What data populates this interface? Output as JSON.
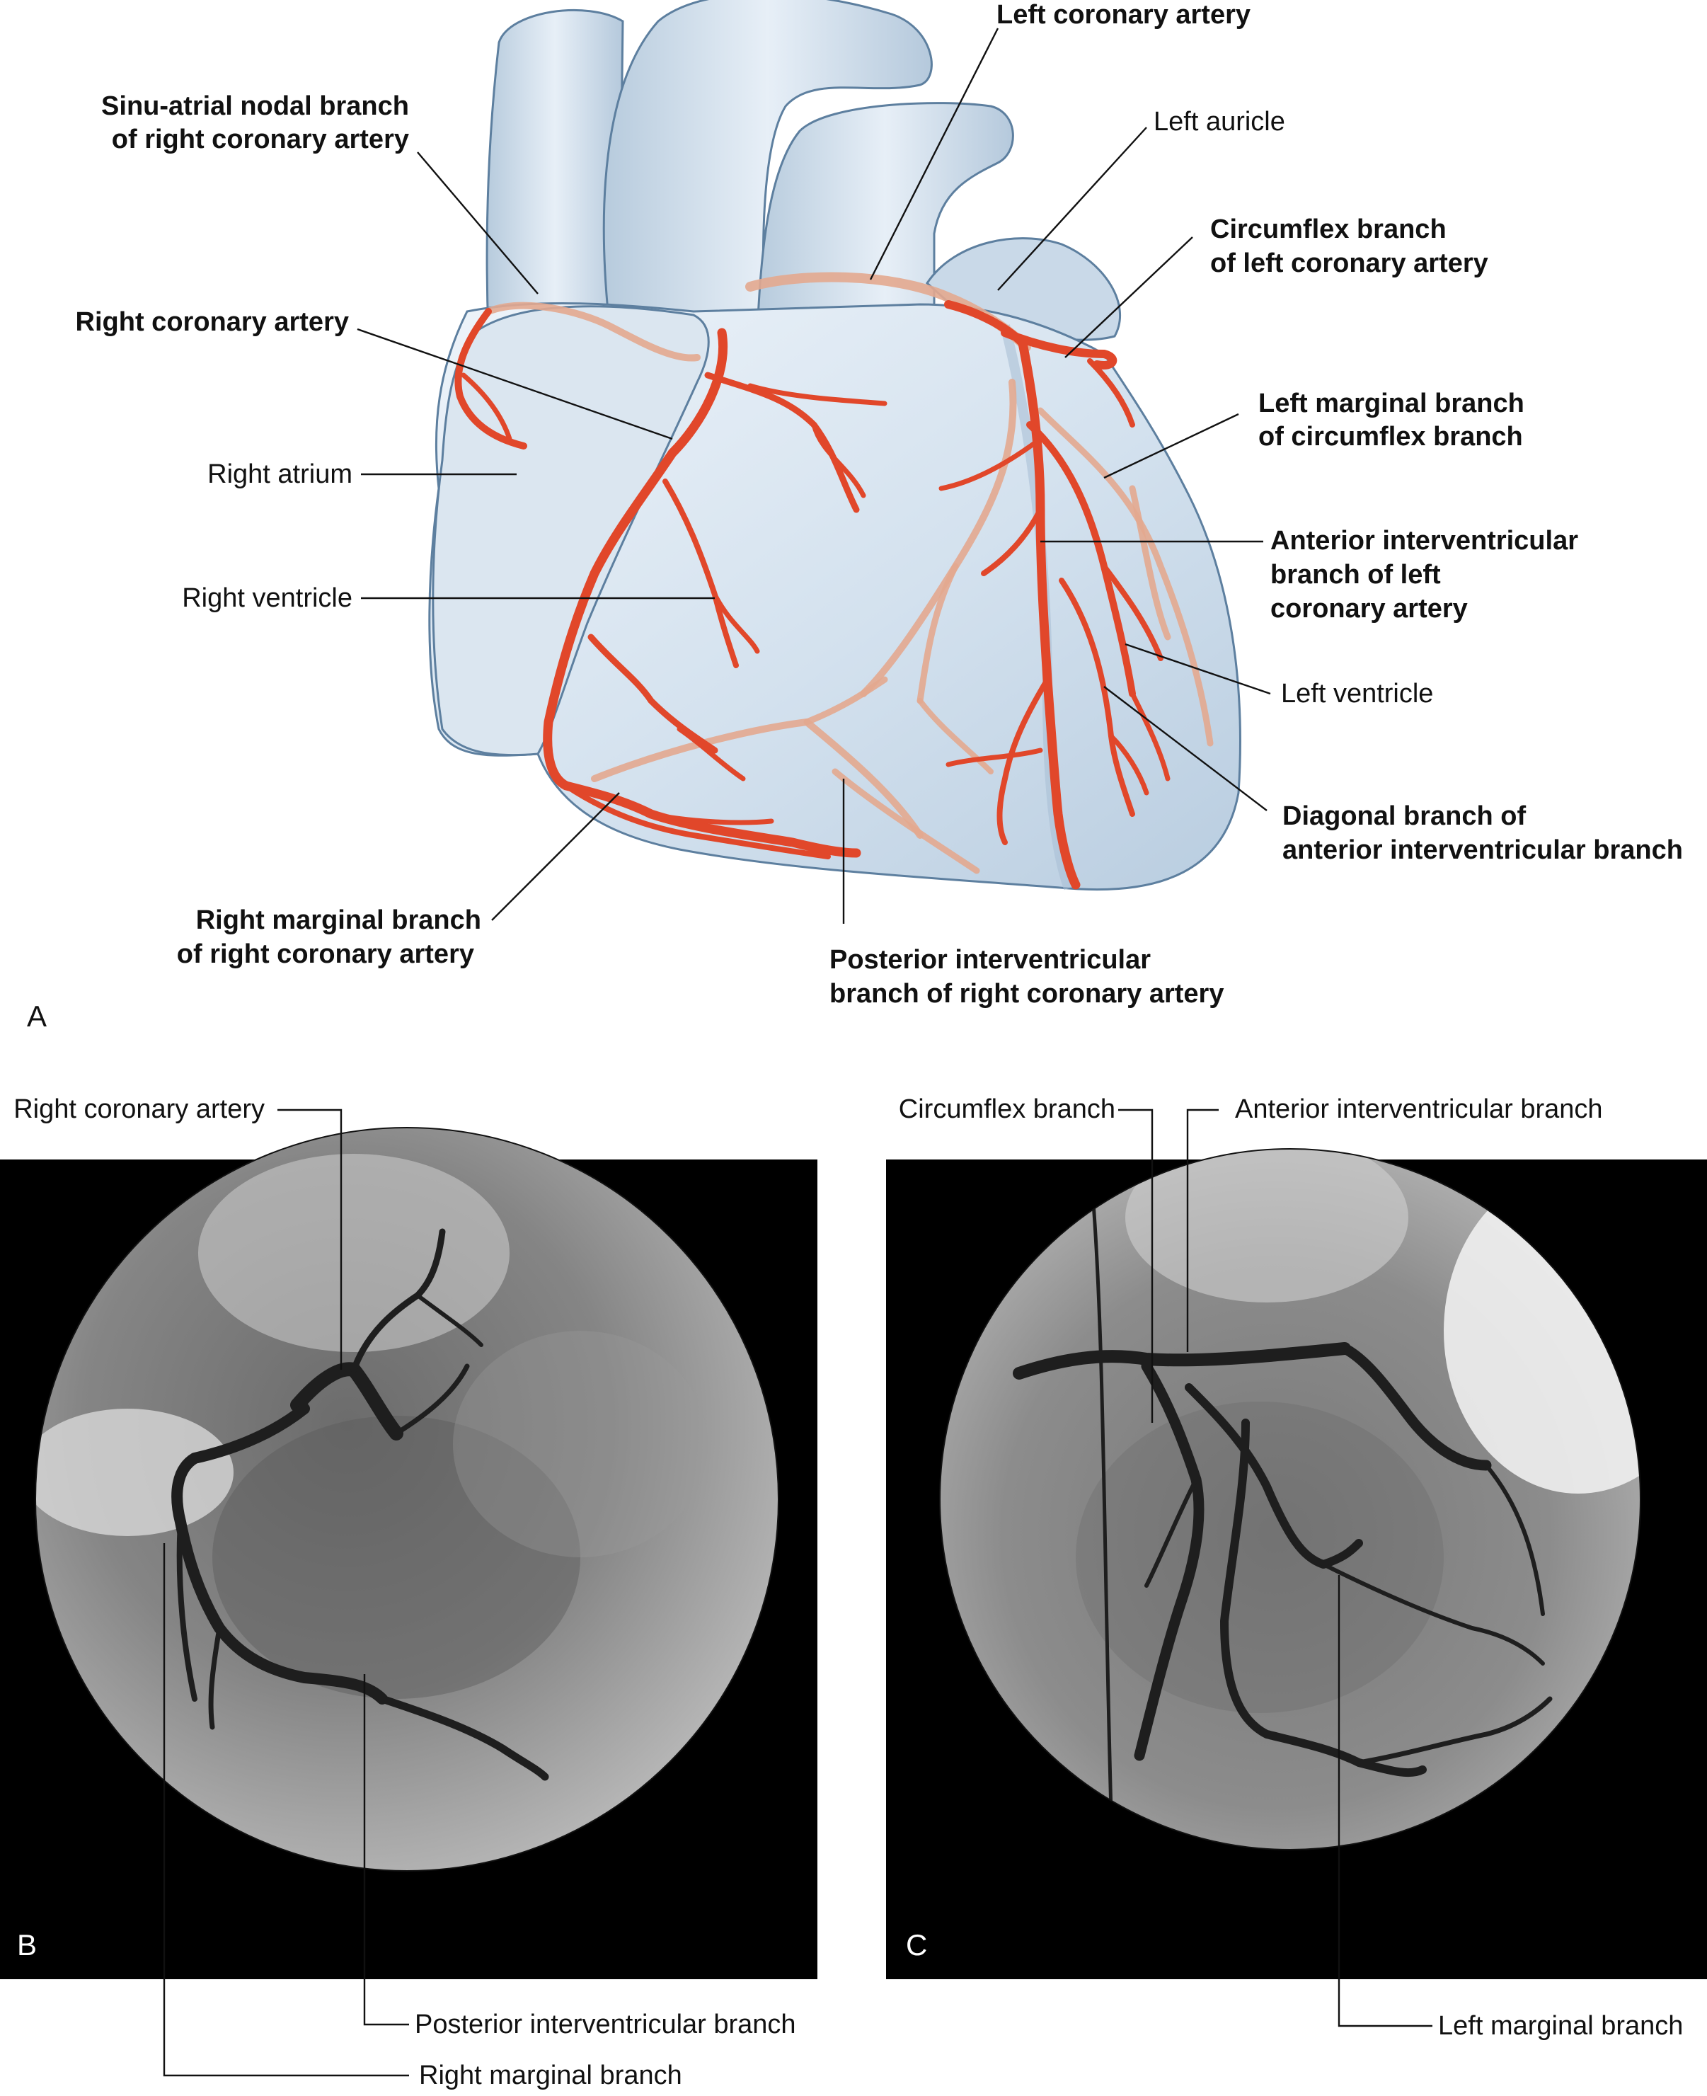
{
  "panels": {
    "a": {
      "letter": "A",
      "labels": {
        "left_coronary_artery": "Left coronary artery",
        "sinu_atrial_1": "Sinu-atrial nodal branch",
        "sinu_atrial_2": "of right coronary artery",
        "left_auricle": "Left auricle",
        "circumflex_1": "Circumflex branch",
        "circumflex_2": "of left coronary artery",
        "right_coronary_artery": "Right coronary artery",
        "left_marginal_1": "Left marginal branch",
        "left_marginal_2": "of circumflex branch",
        "right_atrium": "Right atrium",
        "anterior_iv_1": "Anterior interventricular",
        "anterior_iv_2": "branch of left",
        "anterior_iv_3": "coronary artery",
        "right_ventricle": "Right ventricle",
        "left_ventricle": "Left ventricle",
        "diagonal_1": "Diagonal branch of",
        "diagonal_2": "anterior interventricular branch",
        "right_marginal_1": "Right marginal branch",
        "right_marginal_2": "of right coronary artery",
        "posterior_iv_1": "Posterior interventricular",
        "posterior_iv_2": "branch of right coronary artery"
      }
    },
    "b": {
      "letter": "B",
      "labels": {
        "right_coronary_artery": "Right coronary artery",
        "posterior_iv": "Posterior interventricular branch",
        "right_marginal": "Right marginal branch"
      }
    },
    "c": {
      "letter": "C",
      "labels": {
        "circumflex": "Circumflex branch",
        "anterior_iv": "Anterior interventricular branch",
        "left_marginal": "Left marginal branch"
      }
    }
  },
  "colors": {
    "artery": "#e1472a",
    "heart_surface": "#d4e2ee",
    "heart_outline": "#5d7f9f",
    "angiogram_background": "#000000"
  }
}
